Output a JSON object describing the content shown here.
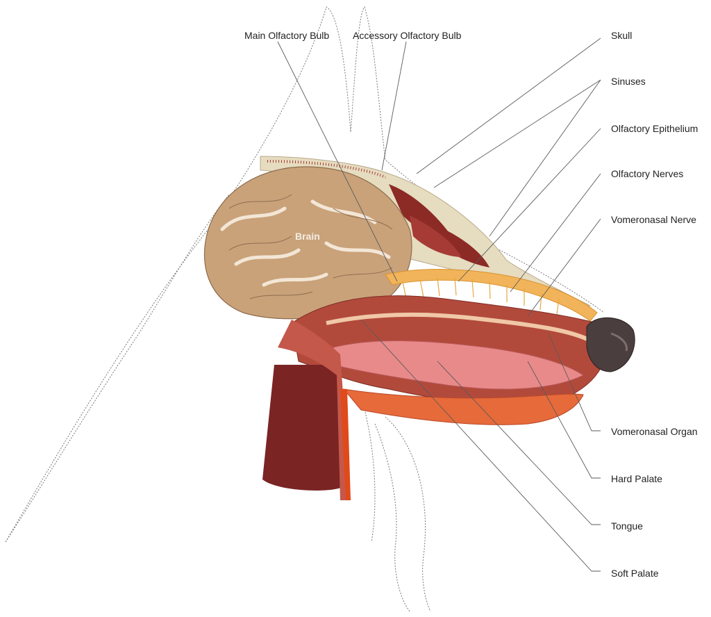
{
  "labels": {
    "main_olfactory_bulb": "Main Olfactory Bulb",
    "accessory_olfactory_bulb": "Accessory Olfactory Bulb",
    "skull": "Skull",
    "sinuses": "Sinuses",
    "olfactory_epithelium": "Olfactory Epithelium",
    "olfactory_nerves": "Olfactory Nerves",
    "vomeronasal_nerve": "Vomeronasal Nerve",
    "vomeronasal_organ": "Vomeronasal Organ",
    "hard_palate": "Hard Palate",
    "tongue": "Tongue",
    "soft_palate": "Soft Palate",
    "brain": "Brain"
  },
  "colors": {
    "brain": "#c9a27a",
    "skull_bone": "#e6dcc0",
    "sinus": "#8c2a26",
    "epithelium": "#f2b45a",
    "tissue": "#b24a3c",
    "tongue": "#e98a8a",
    "nose": "#4a3e3e",
    "neck": "#7a2424"
  }
}
